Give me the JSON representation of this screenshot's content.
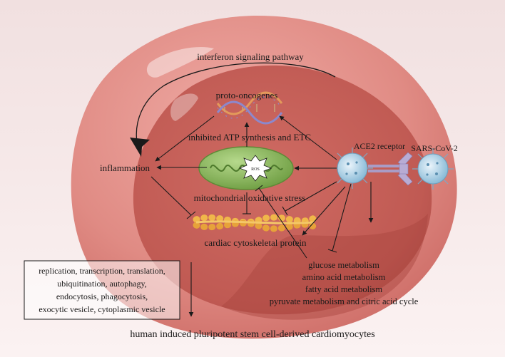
{
  "labels": {
    "interferon": "interferon signaling pathway",
    "proto_oncogenes": "proto-oncogenes",
    "atp": "inhibited ATP synthesis and ETC",
    "inflammation": "inflammation",
    "ros": "ROS",
    "mito_stress": "mitochondrial oxidative stress",
    "cytoskeletal": "cardiac cytoskeletal protein",
    "ace2": "ACE2 receptor",
    "sars": "SARS-CoV-2",
    "metabolism": [
      "glucose metabolism",
      "amino acid metabolism",
      "fatty acid metabolism",
      "pyruvate metabolism and citric acid cycle"
    ],
    "processes": [
      "replication, transcription, translation,",
      "ubiquitination, autophagy,",
      "endocytosis, phagocytosis,",
      "exocytic vesicle, cytoplasmic vesicle"
    ],
    "cardiomyocytes": "human induced pluripotent stem cell-derived cardiomyocytes"
  },
  "colors": {
    "background_top": "#f3e4e4",
    "background_bottom": "#fbf3f3",
    "cell_outer": "#e3908a",
    "cell_inner": "#c25d56",
    "mitochondrion": "#8fbf5f",
    "cytoskeleton": "#f0b74a",
    "dna_a": "#e39a5a",
    "dna_b": "#8c88cc",
    "virus": "#a6cde3",
    "receptor": "#a99cc6"
  }
}
